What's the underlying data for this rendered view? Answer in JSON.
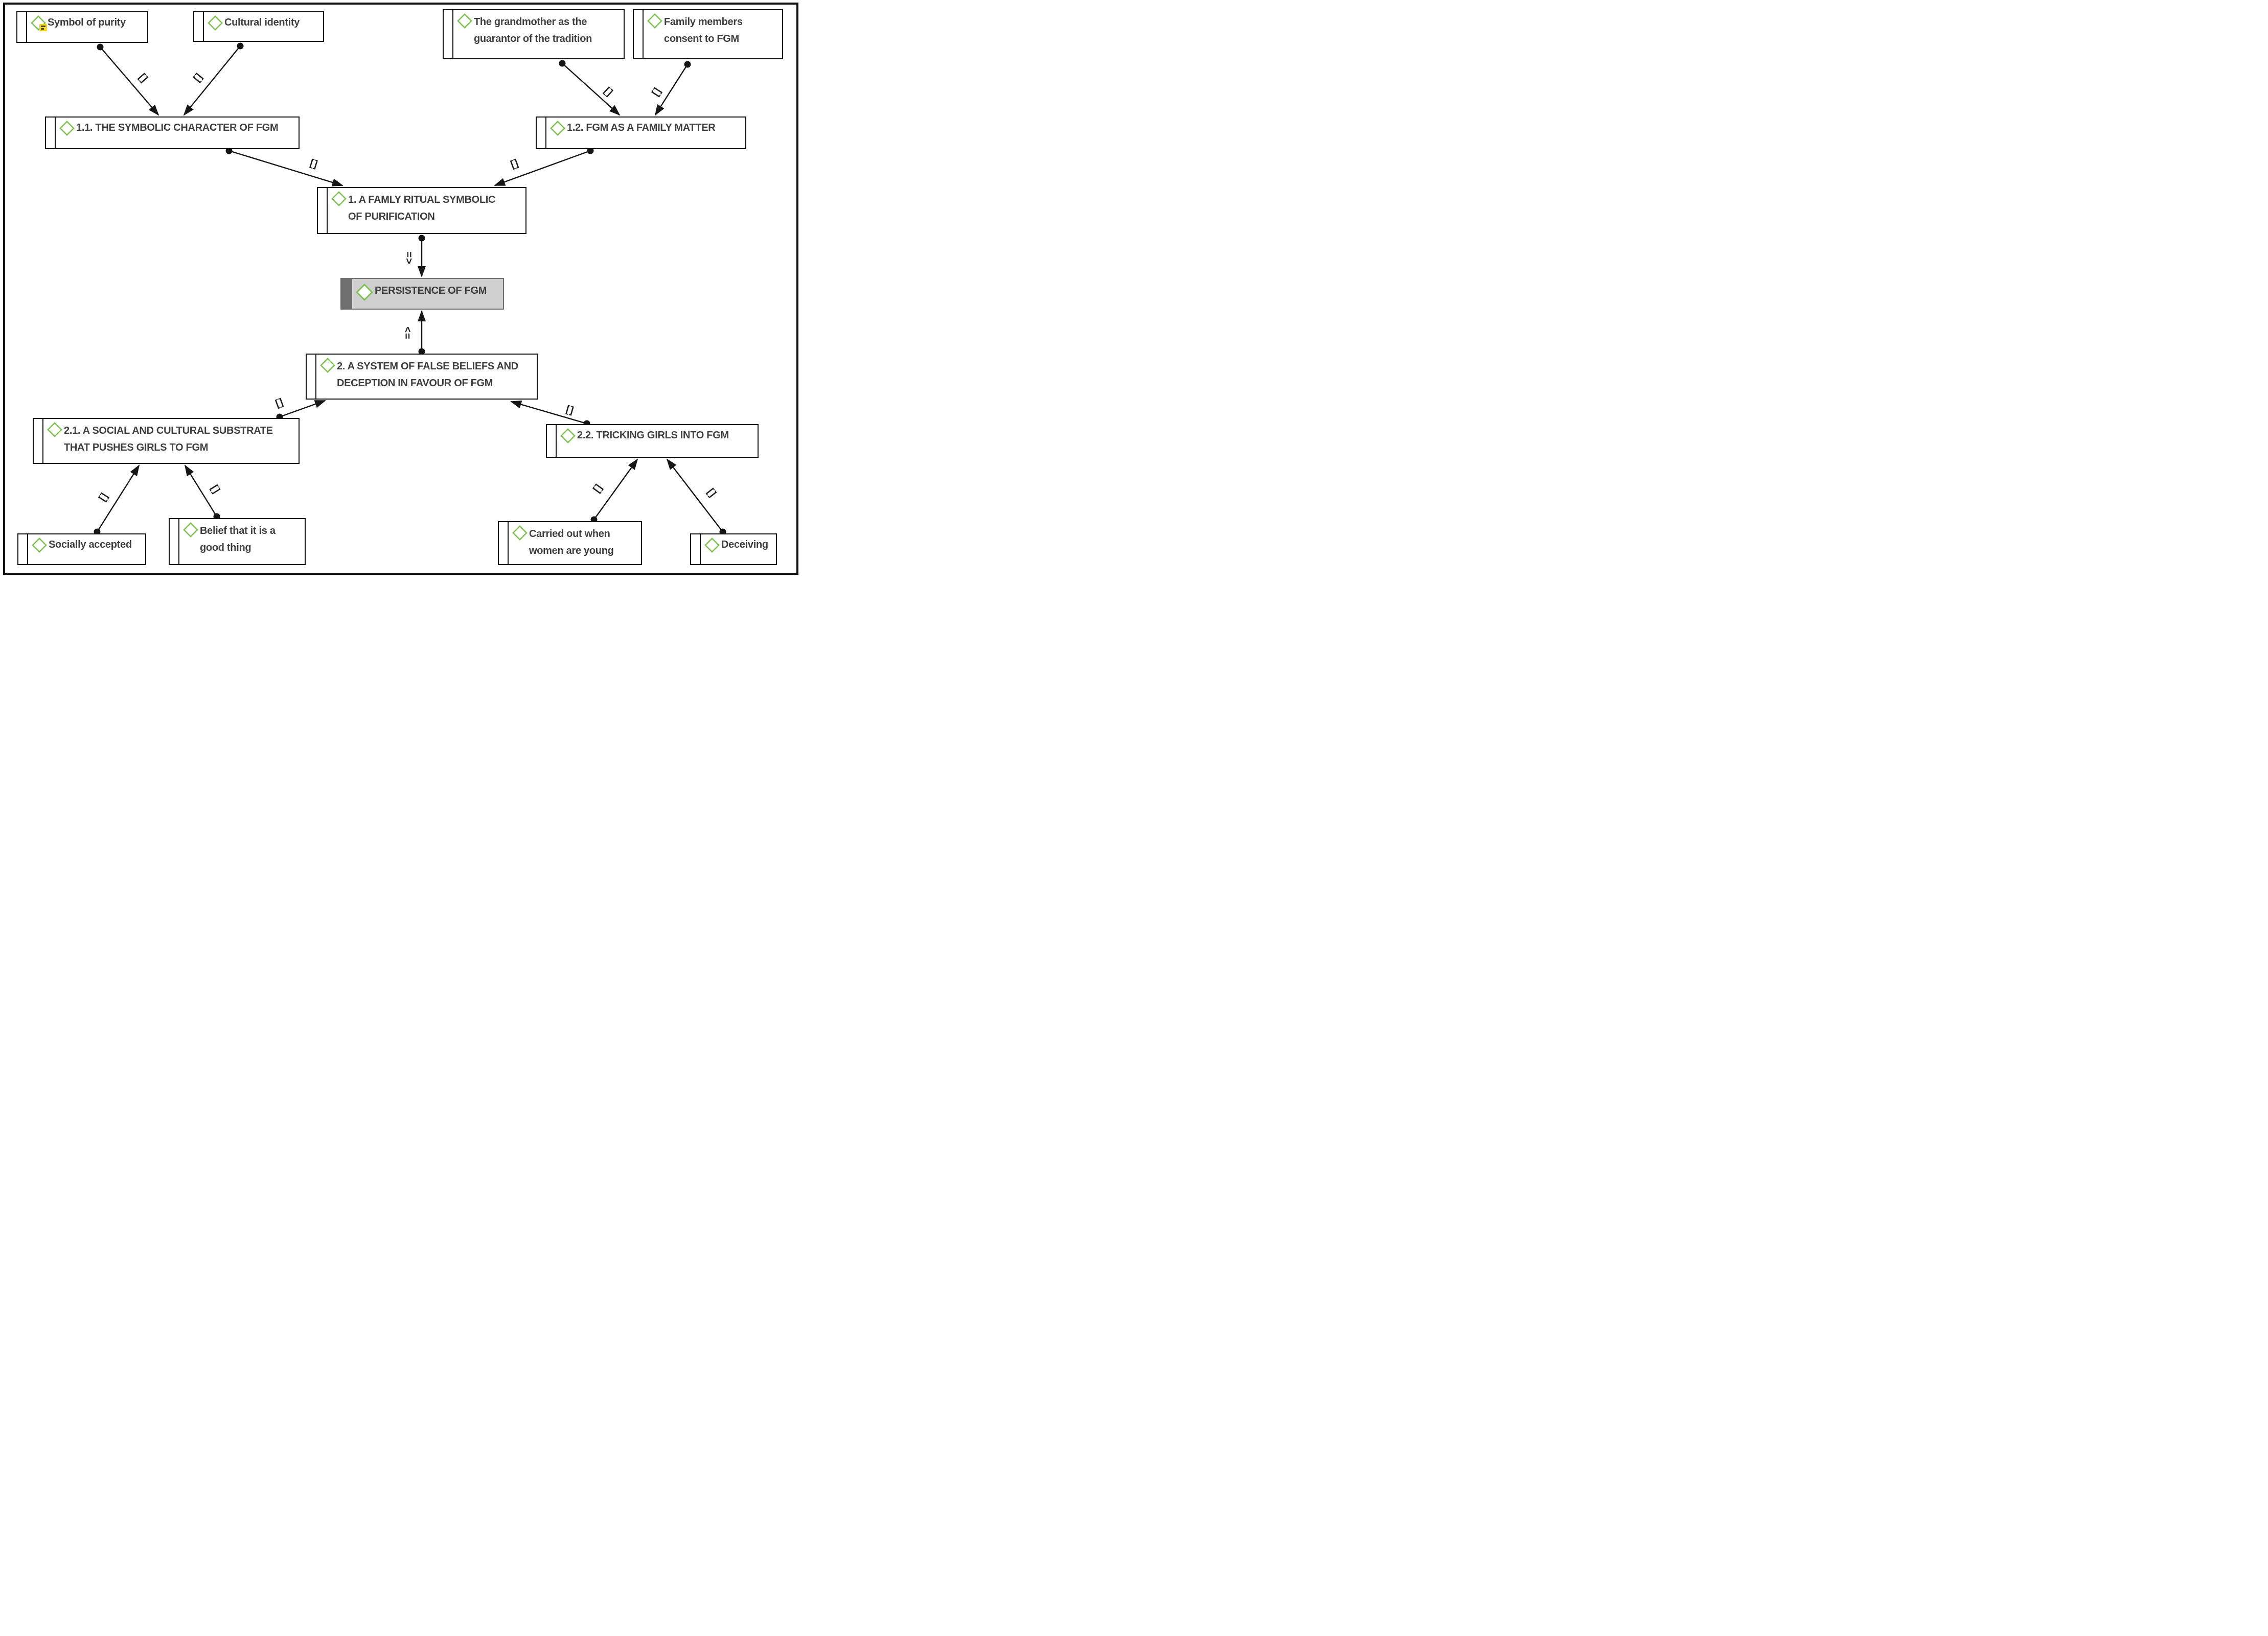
{
  "colors": {
    "code_diamond_green": "#7bc24c",
    "memo_yellow": "#f6d60f",
    "highlight_fill": "#cfcfcf",
    "highlight_border": "#6f6f6f",
    "line_black": "#161616",
    "text_gray": "#3e3e3e"
  },
  "nodes": [
    {
      "id": "symbol-of-purity",
      "label": "Symbol of purity",
      "has_memo": true
    },
    {
      "id": "cultural-identity",
      "label": "Cultural identity"
    },
    {
      "id": "grandmother-guarantor",
      "label": "The grandmother as the\nguarantor of the tradition"
    },
    {
      "id": "family-members-consent",
      "label": "Family members\nconsent to FGM"
    },
    {
      "id": "theme-1-1",
      "label": "1.1. THE SYMBOLIC CHARACTER OF FGM"
    },
    {
      "id": "theme-1-2",
      "label": "1.2. FGM AS A FAMILY MATTER"
    },
    {
      "id": "theme-1",
      "label": "1. A FAMLY RITUAL SYMBOLIC\nOF PURIFICATION"
    },
    {
      "id": "persistence-of-fgm",
      "label": "PERSISTENCE OF FGM",
      "highlighted": true
    },
    {
      "id": "theme-2",
      "label": "2. A SYSTEM OF FALSE BELIEFS AND\nDECEPTION IN FAVOUR OF FGM"
    },
    {
      "id": "theme-2-1",
      "label": "2.1. A SOCIAL AND CULTURAL SUBSTRATE\nTHAT PUSHES GIRLS TO FGM"
    },
    {
      "id": "theme-2-2",
      "label": "2.2. TRICKING GIRLS INTO FGM"
    },
    {
      "id": "socially-accepted",
      "label": "Socially accepted"
    },
    {
      "id": "belief-good-thing",
      "label": "Belief that it is a\ngood thing"
    },
    {
      "id": "carried-out-young",
      "label": "Carried out when\nwomen are young"
    },
    {
      "id": "deceiving",
      "label": "Deceiving"
    }
  ],
  "edges": [
    {
      "from": "symbol-of-purity",
      "to": "theme-1-1",
      "symbol": "[]"
    },
    {
      "from": "cultural-identity",
      "to": "theme-1-1",
      "symbol": "[]"
    },
    {
      "from": "grandmother-guarantor",
      "to": "theme-1-2",
      "symbol": "[]"
    },
    {
      "from": "family-members-consent",
      "to": "theme-1-2",
      "symbol": "[]"
    },
    {
      "from": "theme-1-1",
      "to": "theme-1",
      "symbol": "[]"
    },
    {
      "from": "theme-1-2",
      "to": "theme-1",
      "symbol": "[]"
    },
    {
      "from": "theme-1",
      "to": "persistence-of-fgm",
      "symbol": "=>"
    },
    {
      "from": "theme-2",
      "to": "persistence-of-fgm",
      "symbol": "=>"
    },
    {
      "from": "theme-2-1",
      "to": "theme-2",
      "symbol": "[]"
    },
    {
      "from": "theme-2-2",
      "to": "theme-2",
      "symbol": "[]"
    },
    {
      "from": "socially-accepted",
      "to": "theme-2-1",
      "symbol": "[]"
    },
    {
      "from": "belief-good-thing",
      "to": "theme-2-1",
      "symbol": "[]"
    },
    {
      "from": "carried-out-young",
      "to": "theme-2-2",
      "symbol": "[]"
    },
    {
      "from": "deceiving",
      "to": "theme-2-2",
      "symbol": "[]"
    }
  ]
}
